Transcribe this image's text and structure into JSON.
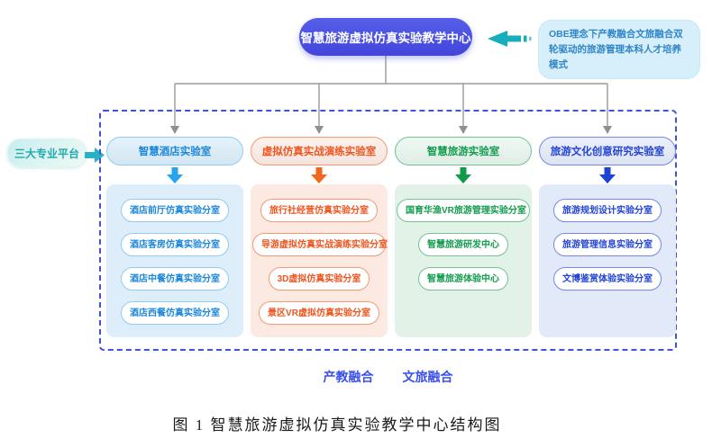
{
  "diagram": {
    "title": "智慧旅游虚拟仿真实验教学中心",
    "annotation": "OBE理念下产教融合文旅融合双轮驱动的旅游管理本科人才培养模式",
    "platform_label": "三大专业平台",
    "columns": [
      {
        "header": "智慧酒店实验室",
        "colors": {
          "accent": "#1b87dd",
          "border": "#8ecdf3",
          "hbg": "#ddeffb",
          "pbg": "#ddeefa",
          "arrow": "#2aa3ef"
        },
        "items": [
          "酒店前厅仿真实验分室",
          "酒店客房仿真实验分室",
          "酒店中餐仿真实验分室",
          "酒店西餐仿真实验分室"
        ]
      },
      {
        "header": "虚拟仿真实战演练实验室",
        "colors": {
          "accent": "#f0551f",
          "border": "#f49a70",
          "hbg": "#fdeee7",
          "pbg": "#fbe9e2",
          "arrow": "#f0681c"
        },
        "items": [
          "旅行社经营仿真实验分室",
          "导游虚拟仿真实战演练实验分室",
          "3D虚拟仿真实验分室",
          "景区VR虚拟仿真实验分室"
        ]
      },
      {
        "header": "智慧旅游实验室",
        "colors": {
          "accent": "#149c4f",
          "border": "#72c493",
          "hbg": "#e9f7ef",
          "pbg": "#e3f2e9",
          "arrow": "#0f9b47"
        },
        "items": [
          "国育华渔VR旅游管理实验分室",
          "智慧旅游研发中心",
          "智慧旅游体验中心"
        ]
      },
      {
        "header": "旅游文化创意研究实验室",
        "colors": {
          "accent": "#2244d6",
          "border": "#7289e6",
          "hbg": "#e6ecfb",
          "pbg": "#e2e9f9",
          "arrow": "#1b43d4"
        },
        "items": [
          "旅游规划设计实验分室",
          "旅游管理信息实验分室",
          "文博鉴赏体验实验分室"
        ]
      }
    ],
    "footer_labels": {
      "label1": "产教融合",
      "label2": "文旅融合"
    },
    "caption": "图 1 智慧旅游虚拟仿真实验教学中心结构图",
    "icons": {
      "flow_left_arrow": "teal-left-block-arrow",
      "flow_right_arrow": "teal-right-block-arrow",
      "down_arrow": "colored-down-block-arrow"
    },
    "accent_colors": {
      "title_bg": "#4a50e3",
      "callout_bg": "#d7eefb",
      "callout_text": "#2e86c8",
      "teal": "#1cafc0",
      "dashed_border": "#4052da",
      "footer_text": "#3b4fee"
    }
  }
}
